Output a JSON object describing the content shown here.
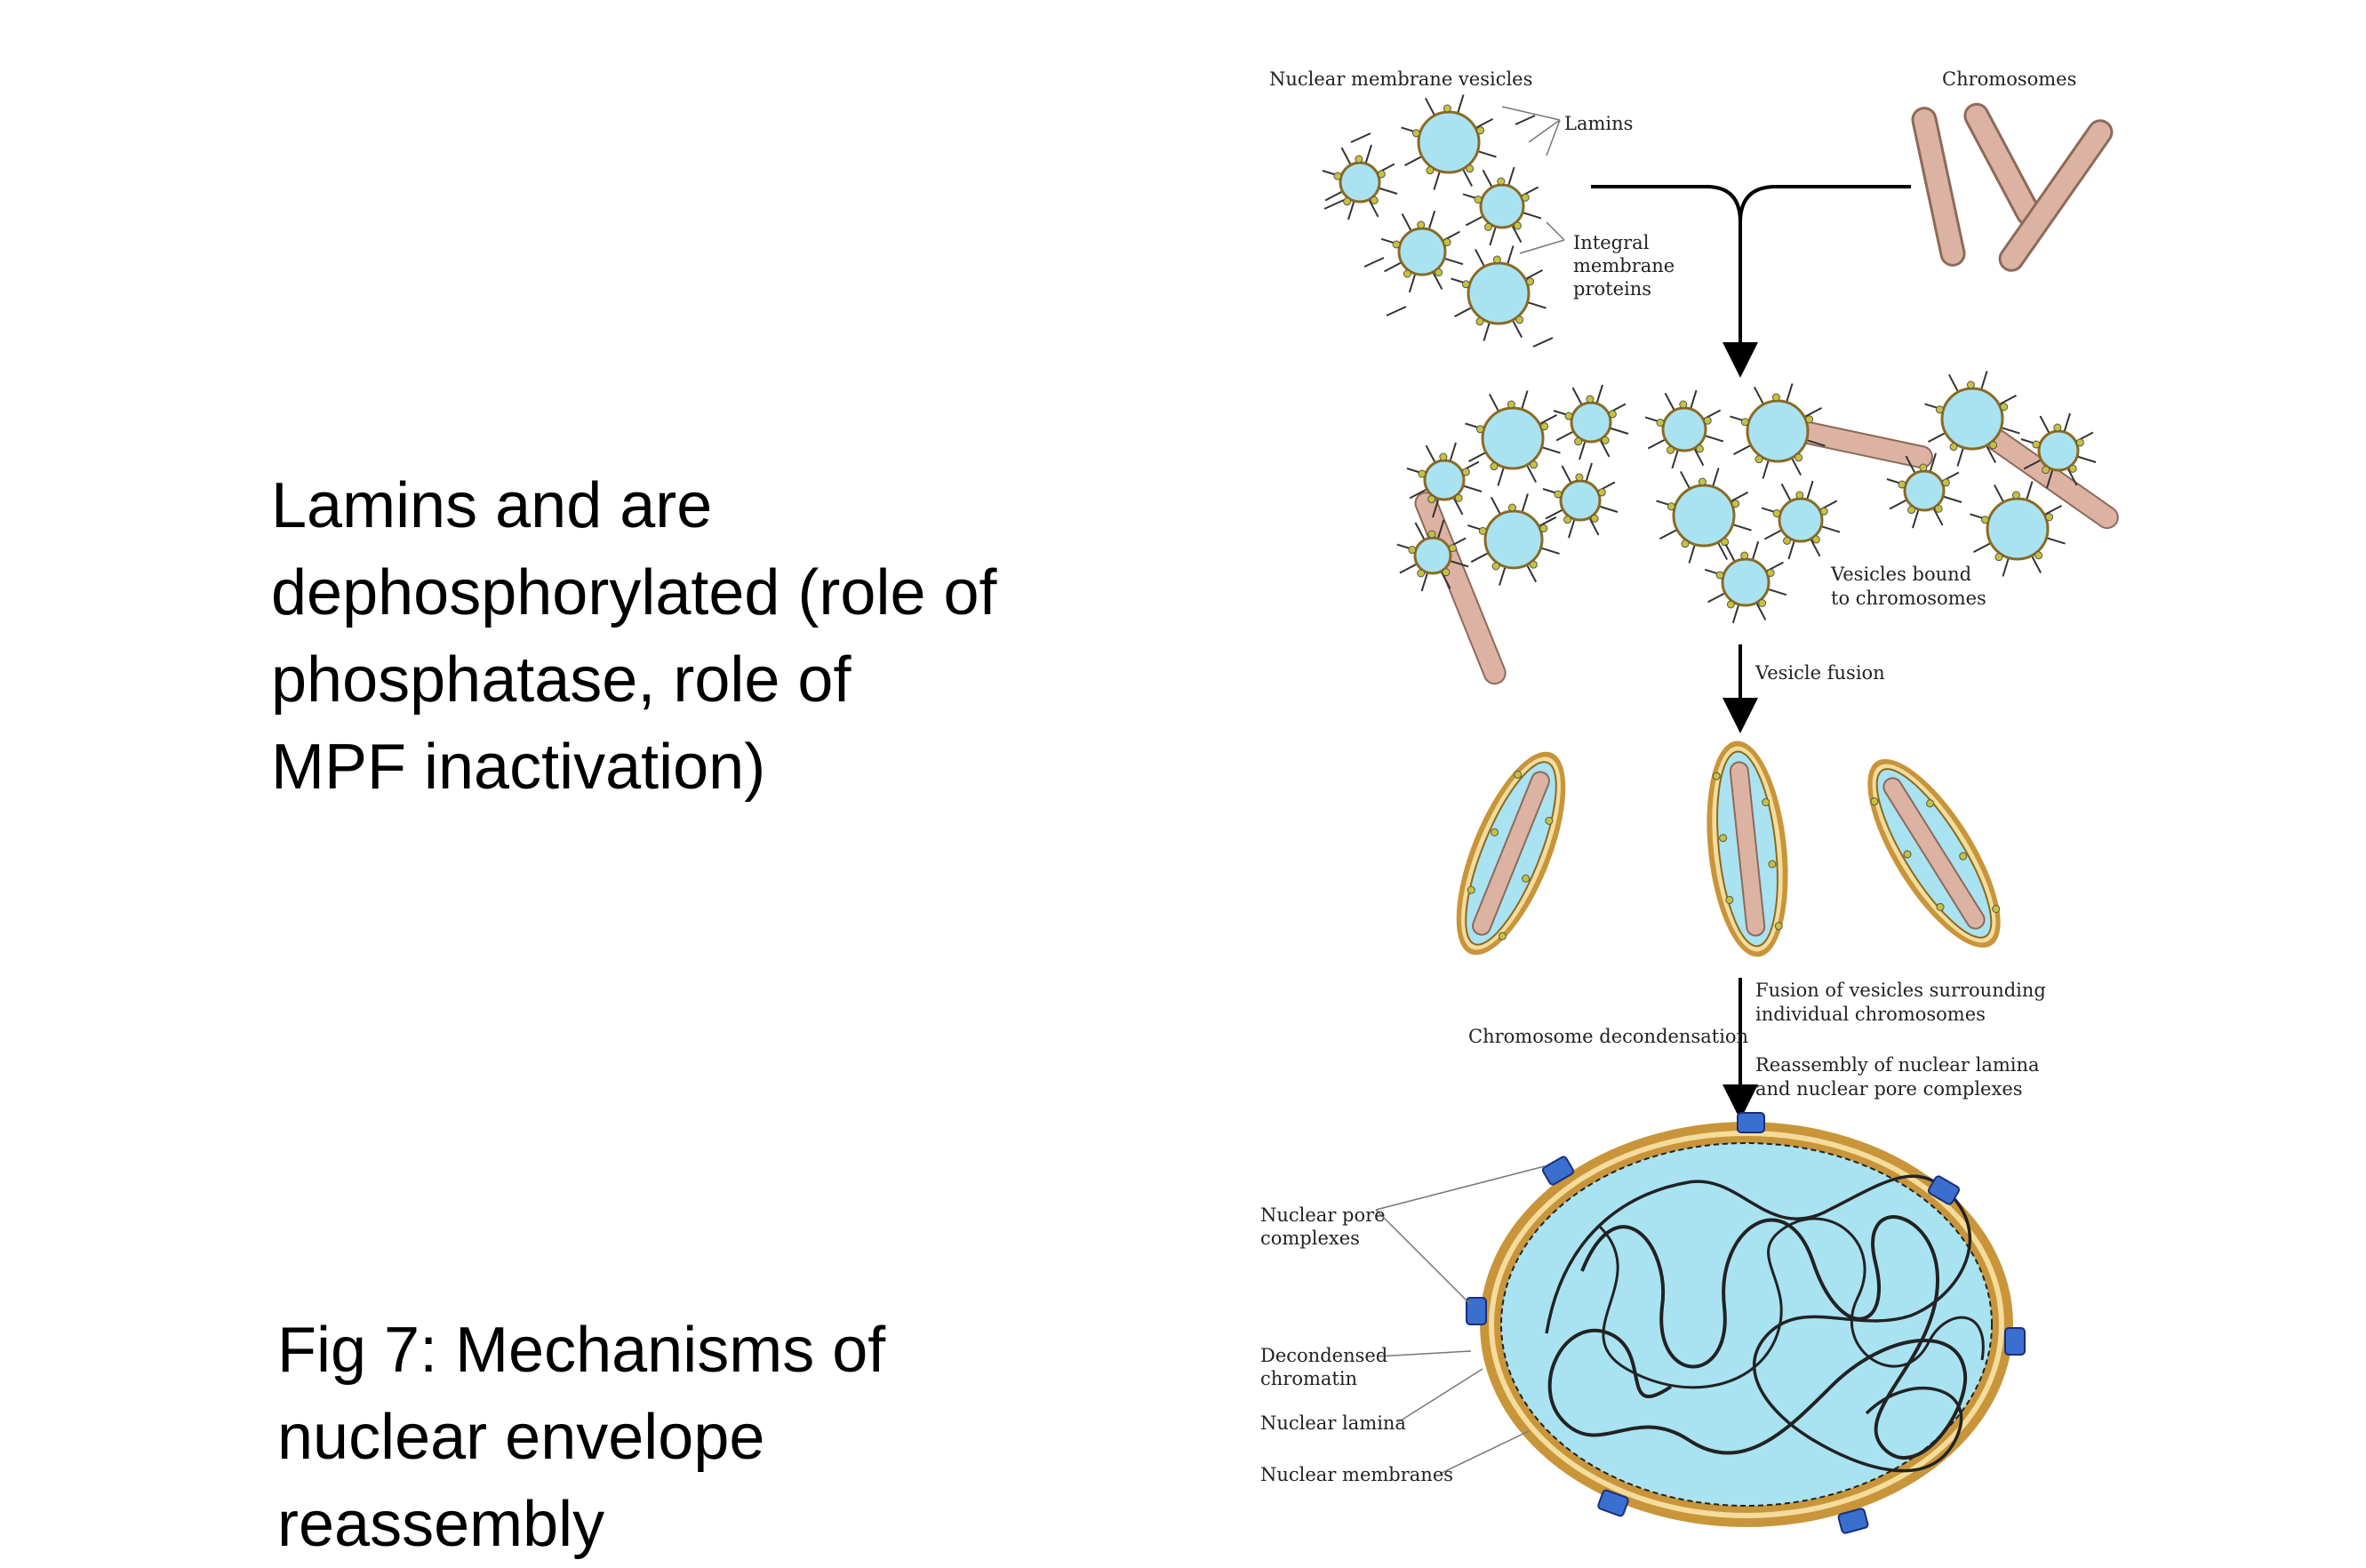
{
  "slide": {
    "body_text_lines": [
      "Lamins and are",
      "dephosphorylated (role of",
      "phosphatase, role of",
      "MPF inactivation)"
    ],
    "caption_lines": [
      "Fig 7: Mechanisms of",
      "nuclear envelope",
      "reassembly"
    ]
  },
  "figure": {
    "labels": {
      "nuclear_membrane_vesicles": "Nuclear membrane vesicles",
      "lamins": "Lamins",
      "chromosomes": "Chromosomes",
      "integral_1": "Integral",
      "integral_2": "membrane",
      "integral_3": "proteins",
      "vesicles_bound_1": "Vesicles bound",
      "vesicles_bound_2": "to chromosomes",
      "vesicle_fusion": "Vesicle fusion",
      "fusion_1": "Fusion of vesicles surrounding",
      "fusion_2": "individual chromosomes",
      "reassembly_1": "Reassembly of nuclear lamina",
      "reassembly_2": "and nuclear pore complexes",
      "chromosome_decondensation": "Chromosome decondensation",
      "pore_1": "Nuclear pore",
      "pore_2": "complexes",
      "decondensed_1": "Decondensed",
      "decondensed_2": "chromatin",
      "nuclear_lamina": "Nuclear lamina",
      "nuclear_membranes": "Nuclear membranes"
    },
    "colors": {
      "vesicle_fill": "#a9e3f2",
      "vesicle_outline": "#8a6a22",
      "protein_knob": "#c8c23a",
      "chromosome_fill": "#dcb3a3",
      "chromosome_outline": "#8c6a5a",
      "membrane_tan": "#c9953a",
      "pore_blue": "#3a6fd0"
    }
  }
}
